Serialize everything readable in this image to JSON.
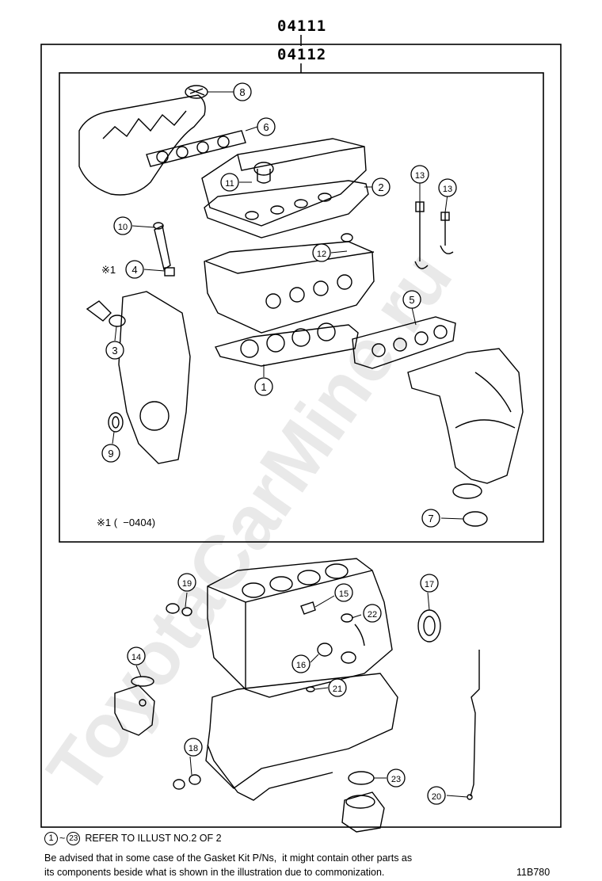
{
  "header": {
    "kit_number_top": "04111",
    "kit_number_inner": "04112"
  },
  "watermark": "ToyotaCarMine.ru",
  "callouts": [
    "1",
    "2",
    "3",
    "4",
    "5",
    "6",
    "7",
    "8",
    "9",
    "10",
    "11",
    "12",
    "13",
    "14",
    "15",
    "16",
    "17",
    "18",
    "19",
    "20",
    "21",
    "22",
    "23"
  ],
  "notes": {
    "asterisk_mark": "※1",
    "asterisk_note": "※1 (  −0404)"
  },
  "footer": {
    "range_from": "1",
    "range_to": "23",
    "range_sep": "~",
    "refer_text": "REFER TO ILLUST NO.2 OF 2",
    "advice_line1": "Be advised that in some case of the Gasket Kit P/Ns,  it might contain other parts as",
    "advice_line2": "its components beside what is shown in the illustration due to commonization.",
    "illustration_code": "11B780"
  }
}
